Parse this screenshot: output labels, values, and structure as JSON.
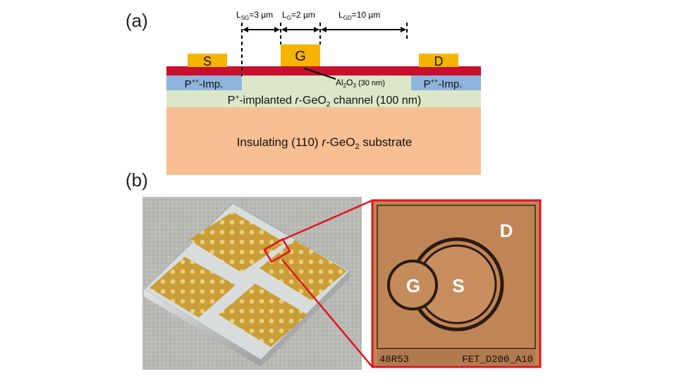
{
  "panel_a": {
    "label": "(a)",
    "dims": {
      "sg_main": "L",
      "sg_sub": "SG",
      "sg_val": "=3 µm",
      "g_main": "L",
      "g_sub": "G",
      "g_val": "=2 µm",
      "gd_main": "L",
      "gd_sub": "GD",
      "gd_val": "=10 µm"
    },
    "contacts": {
      "source": "S",
      "gate": "G",
      "drain": "D"
    },
    "implant": {
      "pre": "P",
      "sup": "++",
      "post": "-Imp."
    },
    "oxide": {
      "a": "Al",
      "s1": "2",
      "b": "O",
      "s2": "3",
      "c": " (30 nm)"
    },
    "channel": {
      "pre": "P",
      "sup": "+",
      "mid": "-implanted ",
      "ital": "r",
      "a": "-GeO",
      "sub": "2",
      "b": " channel (100 nm)"
    },
    "substrate": {
      "pre": "Insulating (110) ",
      "ital": "r",
      "a": "-GeO",
      "sub": "2",
      "b": " substrate"
    }
  },
  "panel_b": {
    "label": "(b)",
    "micrograph": {
      "drain": "D",
      "gate": "G",
      "source": "S",
      "id_left": "48R53",
      "id_right": "FET_D200_A10"
    }
  },
  "colors": {
    "metal": "#f6b400",
    "oxide": "#c8102e",
    "implant": "#8fb4de",
    "channel": "#dbe7c8",
    "substrate": "#f8bf92",
    "highlight": "#e0141e",
    "micro_bg": "#c08556"
  }
}
